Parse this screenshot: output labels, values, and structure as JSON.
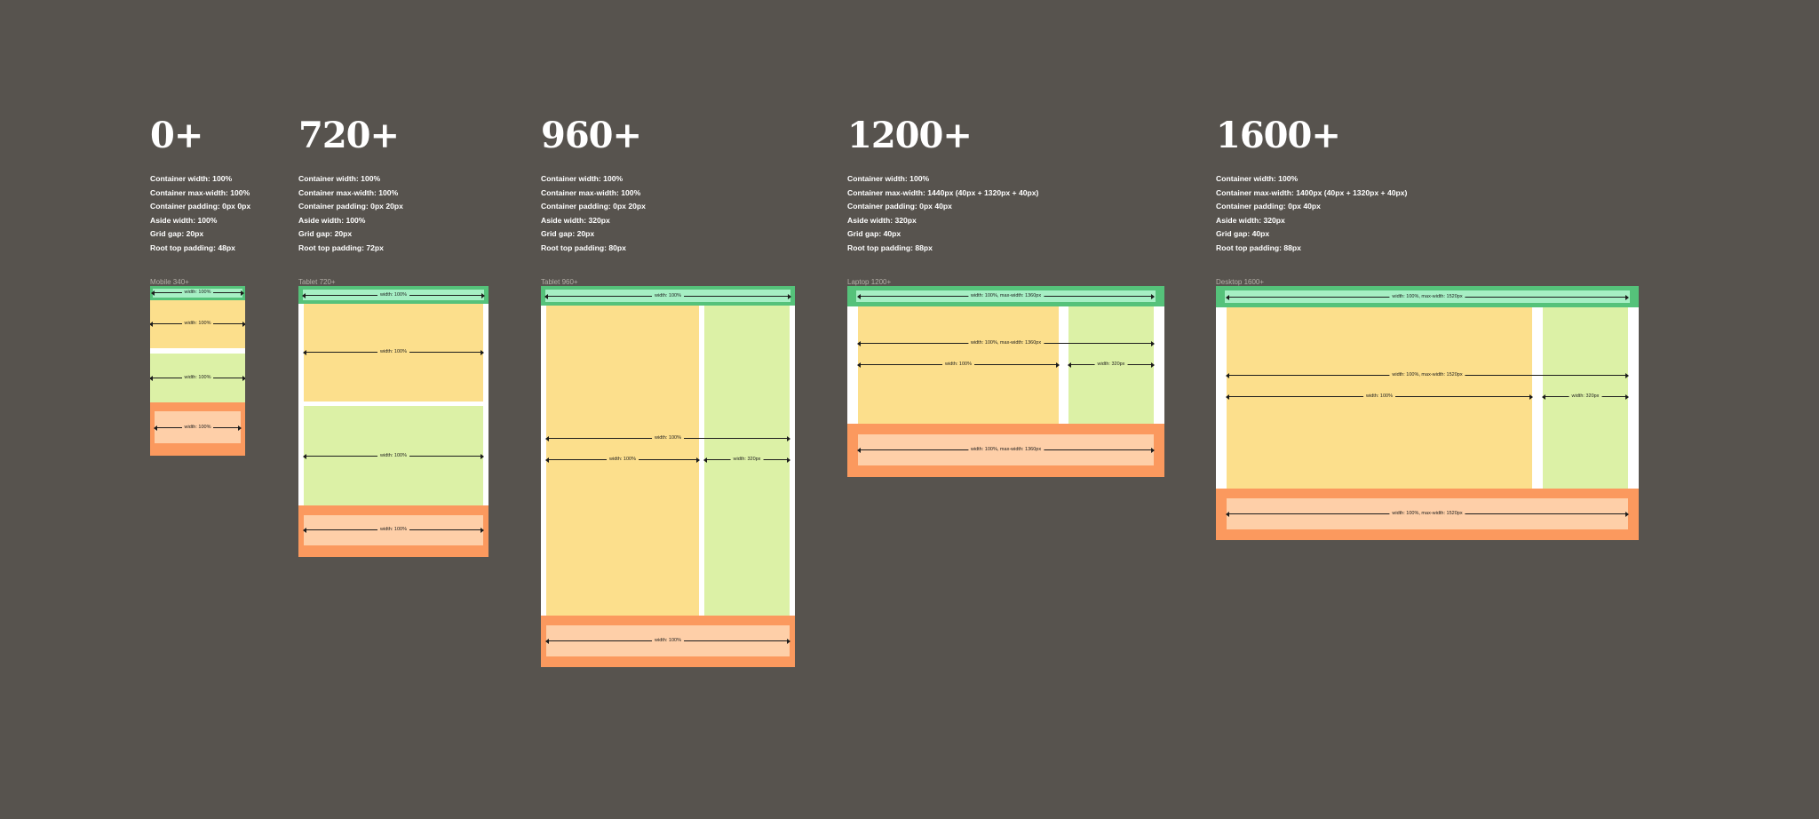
{
  "breakpoints": [
    {
      "id": "bp0",
      "title": "0+",
      "specs": [
        "Container width:  100%",
        "Container max-width: 100%",
        "Container padding: 0px 0px",
        "Aside width: 100%",
        "Grid gap: 20px",
        "Root top padding: 48px"
      ],
      "frame_label": "Mobile 340+",
      "measures": [
        "width: 100%",
        "width: 100%",
        "width: 100%",
        "width: 100%"
      ]
    },
    {
      "id": "bp720",
      "title": "720+",
      "specs": [
        "Container width:  100%",
        "Container max-width: 100%",
        "Container padding: 0px 20px",
        "Aside width: 100%",
        "Grid gap: 20px",
        "Root top padding: 72px"
      ],
      "frame_label": "Tablet 720+",
      "measures": [
        "width: 100%",
        "width: 100%",
        "width: 100%",
        "width: 100%"
      ]
    },
    {
      "id": "bp960",
      "title": "960+",
      "specs": [
        "Container width:  100%",
        "Container max-width: 100%",
        "Container padding: 0px 20px",
        "Aside width: 320px",
        "Grid gap: 20px",
        "Root top padding: 80px"
      ],
      "frame_label": "Tablet 960+",
      "measures": [
        "width: 100%",
        "width: 100%",
        "width: 100%",
        "width: 320px",
        "width: 100%"
      ]
    },
    {
      "id": "bp1200",
      "title": "1200+",
      "specs": [
        "Container width:  100%",
        "Container max-width:  1440px (40px + 1320px + 40px)",
        "Container padding: 0px 40px",
        "Aside width: 320px",
        "Grid gap: 40px",
        "Root top padding: 88px"
      ],
      "frame_label": "Laptop 1200+",
      "measures": [
        "width: 100%, max-width: 1360px",
        "width: 100%, max-width: 1360px",
        "width: 100%",
        "width: 320px",
        "width: 100%, max-width: 1360px"
      ]
    },
    {
      "id": "bp1600",
      "title": "1600+",
      "specs": [
        "Container width:  100%",
        "Container max-width:  1400px (40px + 1320px + 40px)",
        "Container padding: 0px 40px",
        "Aside width: 320px",
        "Grid gap: 40px",
        "Root top padding: 88px"
      ],
      "frame_label": "Desktop 1600+",
      "measures": [
        "width: 100%, max-width: 1520px",
        "width: 100%, max-width: 1520px",
        "width: 100%",
        "width: 320px",
        "width: 100%, max-width: 1520px"
      ]
    }
  ],
  "colors": {
    "background": "#57534e",
    "header": "#55c27a",
    "header_inner": "#a6efc4",
    "main": "#fcdf8c",
    "aside": "#dcf1a6",
    "footer": "#fb995e",
    "footer_inner": "#fecfa8"
  }
}
